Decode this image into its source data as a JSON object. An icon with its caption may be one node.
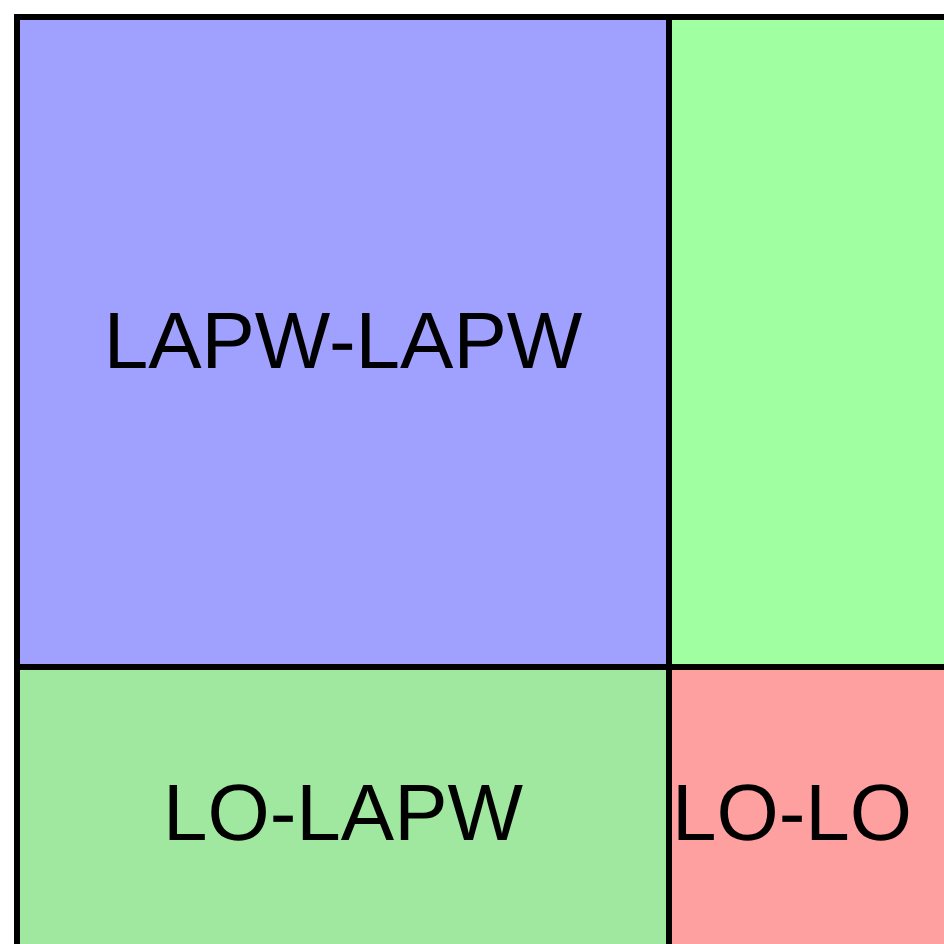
{
  "diagram": {
    "nodes": [
      {
        "text": [
          "LAPW-LAPW"
        ]
      },
      {
        "text": [],
        "shape": "box"
      },
      {
        "text": [
          "LO-LAPW"
        ]
      },
      {
        "text": [
          "LO-LO"
        ]
      }
    ]
  }
}
